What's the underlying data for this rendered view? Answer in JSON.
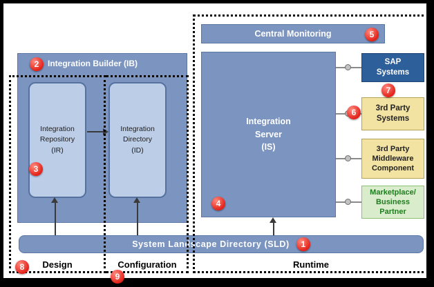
{
  "colors": {
    "steel_blue": "#7b94c0",
    "light_blue": "#bccde8",
    "dark_blue": "#2d5f9b",
    "tan": "#f3e3a2",
    "green_fill": "#d9eccb",
    "green_text": "#1e7d1e",
    "badge_red": "#e3231a",
    "frame_black": "#000000"
  },
  "central_monitoring": {
    "label": "Central Monitoring",
    "badge": "5"
  },
  "integration_builder": {
    "label": "Integration Builder (IB)",
    "badge": "2"
  },
  "integration_repository": {
    "label": "Integration\nRepository\n(IR)",
    "badge": "3"
  },
  "integration_directory": {
    "label": "Integration\nDirectory\n(ID)"
  },
  "integration_server": {
    "label": "Integration\nServer\n(IS)",
    "badge": "4"
  },
  "sap_systems": {
    "label": "SAP\nSystems",
    "badge": "7"
  },
  "third_party_systems": {
    "label": "3rd Party\nSystems",
    "badge": "6"
  },
  "third_party_middleware": {
    "label": "3rd Party\nMiddleware\nComponent"
  },
  "marketplace": {
    "label": "Marketplace/\nBusiness\nPartner"
  },
  "sld": {
    "label": "System Landscape Directory (SLD)",
    "badge": "1"
  },
  "zones": {
    "design": {
      "label": "Design",
      "badge": "8"
    },
    "configuration": {
      "label": "Configuration",
      "badge": "9"
    },
    "runtime": {
      "label": "Runtime"
    }
  }
}
